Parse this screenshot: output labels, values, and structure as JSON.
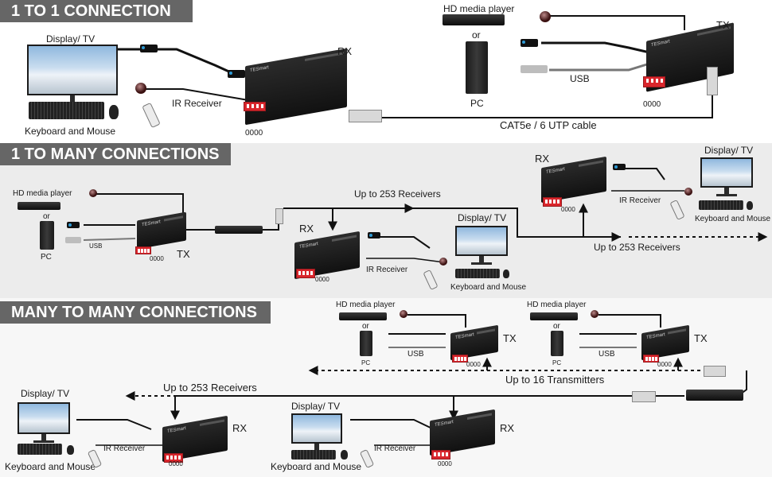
{
  "sections": {
    "one_to_one": "1 TO 1 CONNECTION",
    "one_to_many": "1 TO MANY CONNECTIONS",
    "many_to_many": "MANY TO MANY CONNECTIONS"
  },
  "labels": {
    "display_tv": "Display/ TV",
    "keyboard_mouse": "Keyboard and Mouse",
    "hd_media_player": "HD media player",
    "or": "or",
    "pc": "PC",
    "rx": "RX",
    "tx": "TX",
    "ir_receiver": "IR Receiver",
    "usb": "USB",
    "dip_code": "0000",
    "cable": "CAT5e / 6 UTP cable",
    "up_to_253": "Up to 253 Receivers",
    "up_to_16_tx": "Up to 16 Transmitters",
    "brand": "TESmart"
  }
}
